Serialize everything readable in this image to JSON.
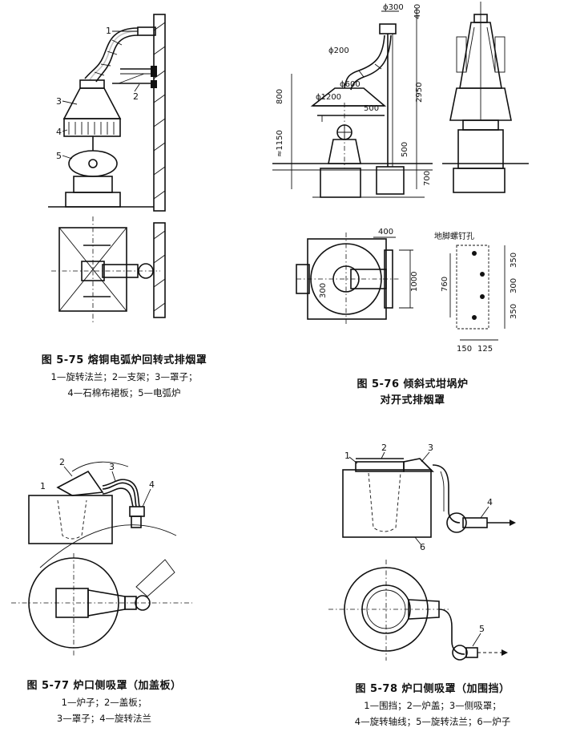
{
  "fig75": {
    "caption_title": "图 5-75   熔铜电弧炉回转式排烟罩",
    "caption_line1": "1—旋转法兰；2—支架；3—罩子；",
    "caption_line2": "4—石棉布裙板；5—电弧炉",
    "callouts": [
      "1",
      "2",
      "3",
      "4",
      "5"
    ]
  },
  "fig76": {
    "caption_title": "图 5-76   倾斜式坩埚炉",
    "caption_line2": "对开式排烟罩",
    "dims": {
      "d300": "ϕ300",
      "d200": "ϕ200",
      "d600": "ϕ600",
      "d1200": "ϕ1200",
      "v400": "400",
      "v2950": "2950",
      "v800": "800",
      "v1150": "≈1150",
      "v500a": "500",
      "v500b": "500",
      "v700": "700",
      "plan400": "400",
      "plan1000": "1000",
      "plan300": "300",
      "bolt_title": "地脚螺钉孔",
      "b350a": "350",
      "b300": "300",
      "b350b": "350",
      "b760": "760",
      "b150": "150",
      "b125": "125"
    }
  },
  "fig77": {
    "caption_title": "图 5-77   炉口侧吸罩（加盖板）",
    "caption_line1": "1—炉子；2—盖板；",
    "caption_line2": "3—罩子；4—旋转法兰",
    "callouts": [
      "1",
      "2",
      "3",
      "4"
    ]
  },
  "fig78": {
    "caption_title": "图 5-78   炉口侧吸罩（加围挡）",
    "caption_line1": "1—围挡；2—炉盖；3—侧吸罩；",
    "caption_line2": "4—旋转轴线；5—旋转法兰；6—炉子",
    "callouts": [
      "1",
      "2",
      "3",
      "4",
      "5",
      "6"
    ]
  }
}
